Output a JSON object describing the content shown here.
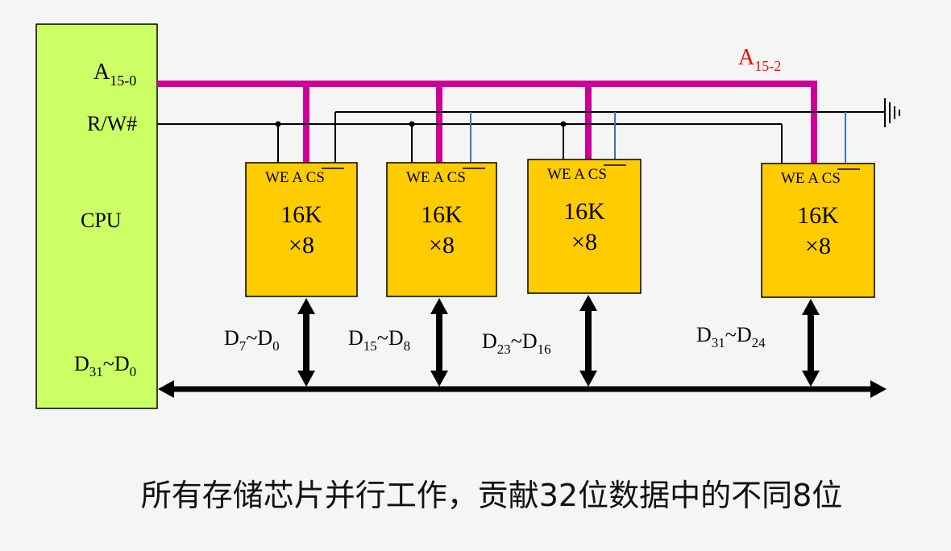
{
  "cpu": {
    "label": "CPU",
    "addr_pin": "A",
    "addr_pin_sub": "15-0",
    "rw_pin": "R/W#",
    "data_pin_a": "D",
    "data_pin_a_sub": "31",
    "data_pin_sep": "~D",
    "data_pin_b_sub": "0",
    "fill": "#ccff66"
  },
  "address_bus": {
    "label": "A",
    "label_sub": "15-2",
    "color": "#cc0099",
    "label_color": "#ff0000"
  },
  "chip_style": {
    "fill": "#ffcc00",
    "pins": "WE  A  ",
    "cs": "CS",
    "cap_top": "16K",
    "cap_bottom": "×8"
  },
  "chips": [
    {
      "data_a": "D",
      "sub_a": "7",
      "sep": "~D",
      "sub_b": "0"
    },
    {
      "data_a": "D",
      "sub_a": "15",
      "sep": "~D",
      "sub_b": "8"
    },
    {
      "data_a": "D",
      "sub_a": "23",
      "sep": "~D",
      "sub_b": "16"
    },
    {
      "data_a": "D",
      "sub_a": "31",
      "sep": "~D",
      "sub_b": "24"
    }
  ],
  "cs_color": "#3377bb",
  "caption": "所有存储芯片并行工作，贡献32位数据中的不同8位"
}
